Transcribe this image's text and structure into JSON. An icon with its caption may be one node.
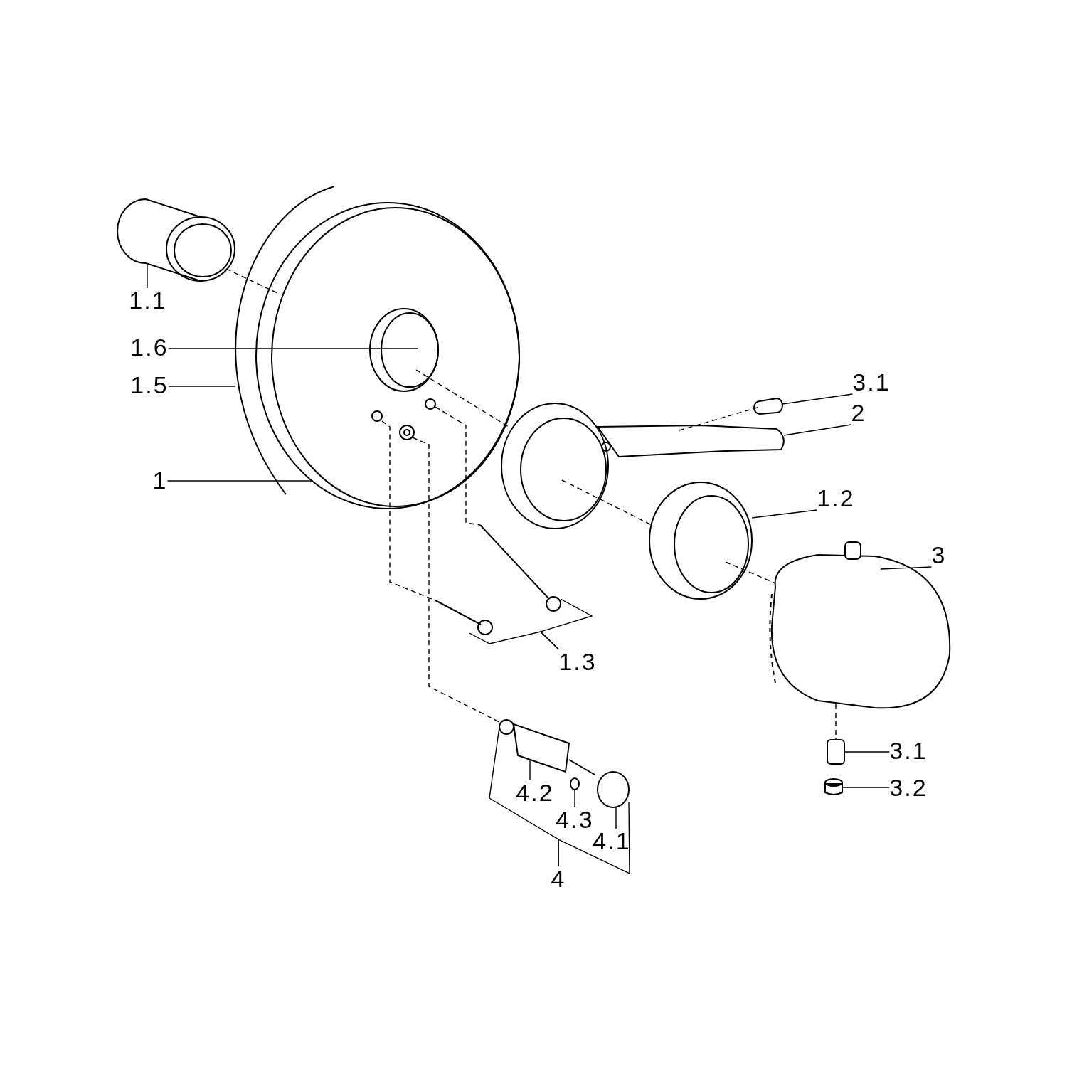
{
  "diagram": {
    "nodes": [
      {
        "text": [
          "1.1"
        ]
      },
      {
        "text": [
          "1.6"
        ]
      },
      {
        "text": [
          "1.5"
        ]
      },
      {
        "text": [
          "1"
        ]
      },
      {
        "text": [
          "3.1"
        ]
      },
      {
        "text": [
          "2"
        ]
      },
      {
        "text": [
          "1.2"
        ]
      },
      {
        "text": [
          "3"
        ]
      },
      {
        "text": [
          "1.3"
        ]
      },
      {
        "text": [
          "3.1"
        ]
      },
      {
        "text": [
          "3.2"
        ]
      },
      {
        "text": [
          "4.2"
        ]
      },
      {
        "text": [
          "4.3"
        ]
      },
      {
        "text": [
          "4.1"
        ]
      },
      {
        "text": [
          "4"
        ]
      },
      {
        "text": [],
        "shape": "picture"
      },
      {
        "text": [],
        "shape": "picture"
      },
      {
        "text": [],
        "shape": "picture"
      },
      {
        "text": [],
        "shape": "picture",
        "in": 17
      },
      {
        "text": [],
        "shape": "picture"
      },
      {
        "text": [],
        "shape": "cylinder"
      },
      {
        "text": [],
        "shape": "picture"
      },
      {
        "text": [],
        "shape": "picture"
      },
      {
        "text": [],
        "shape": "picture"
      },
      {
        "text": [],
        "shape": "picture"
      },
      {
        "text": [],
        "shape": "cylinder"
      },
      {
        "text": [],
        "shape": "picture"
      },
      {
        "text": [],
        "shape": "picture"
      },
      {
        "text": [],
        "shape": "circle"
      },
      {
        "text": [],
        "shape": "circle"
      },
      {
        "text": [],
        "shape": "circle",
        "in": 17
      },
      {
        "text": [],
        "shape": "circle",
        "in": 17
      },
      {
        "text": [],
        "shape": "circle",
        "in": 17
      }
    ],
    "edges": [
      {
        "from": 0,
        "to": 15,
        "arrow": "none"
      },
      {
        "from": 1,
        "to": 18,
        "arrow": "none"
      },
      {
        "from": 2,
        "to": 16,
        "arrow": "none"
      },
      {
        "from": 3,
        "to": 17,
        "arrow": "none"
      },
      {
        "from": 4,
        "to": 20,
        "arrow": "none"
      },
      {
        "from": 5,
        "to": 19,
        "arrow": "none"
      },
      {
        "from": 6,
        "to": 21,
        "arrow": "none"
      },
      {
        "from": 7,
        "to": 22,
        "arrow": "none"
      },
      {
        "from": 8,
        "to": 23,
        "arrow": "none"
      },
      {
        "from": 8,
        "to": 24,
        "arrow": "none"
      },
      {
        "from": 9,
        "to": 25,
        "arrow": "none"
      },
      {
        "from": 10,
        "to": 26,
        "arrow": "none"
      },
      {
        "from": 11,
        "to": 27,
        "arrow": "none"
      },
      {
        "from": 12,
        "to": 28,
        "arrow": "none"
      },
      {
        "from": 13,
        "to": 29,
        "arrow": "none"
      },
      {
        "from": 14,
        "to": 27,
        "arrow": "none"
      },
      {
        "from": 14,
        "to": 29,
        "arrow": "none"
      },
      {
        "from": 15,
        "to": 16,
        "arrow": "none",
        "style": "dashed"
      },
      {
        "from": 18,
        "to": 19,
        "arrow": "none",
        "style": "dashed"
      },
      {
        "from": 19,
        "to": 21,
        "arrow": "none",
        "style": "dashed"
      },
      {
        "from": 21,
        "to": 22,
        "arrow": "none",
        "style": "dashed"
      },
      {
        "from": 19,
        "to": 20,
        "arrow": "none",
        "style": "dashed"
      },
      {
        "from": 30,
        "to": 23,
        "arrow": "none",
        "style": "dashed"
      },
      {
        "from": 31,
        "to": 24,
        "arrow": "none",
        "style": "dashed"
      },
      {
        "from": 32,
        "to": 27,
        "arrow": "none",
        "style": "dashed"
      },
      {
        "from": 22,
        "to": 25,
        "arrow": "none",
        "style": "dashed"
      }
    ]
  }
}
